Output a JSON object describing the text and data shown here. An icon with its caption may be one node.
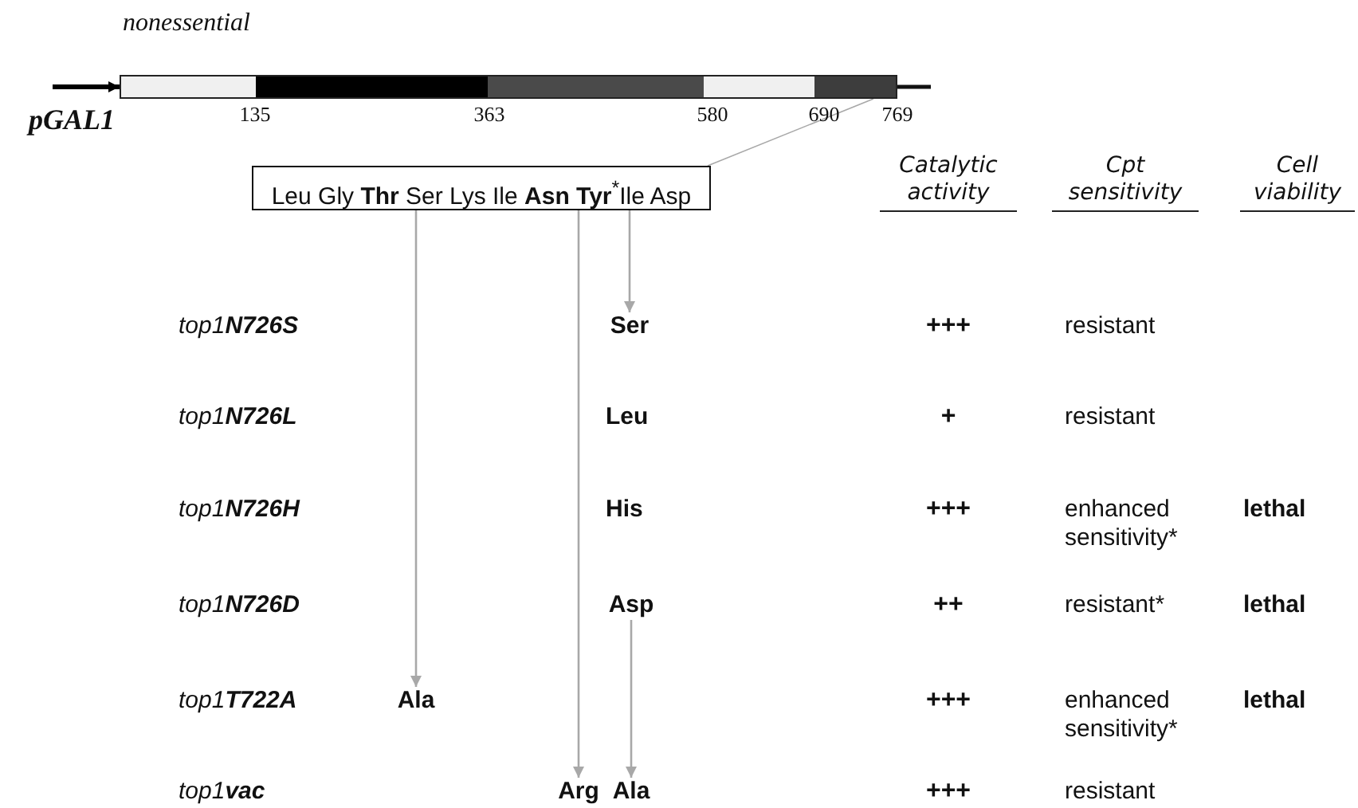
{
  "diagram": {
    "nodes": [
      {
        "text": [],
        "shape": "bar"
      },
      {
        "text": [
          "Leu Gly **Thr** Ser Lys Ile **Asn Tyr**$^{*}$Ile Asp"
        ]
      },
      {
        "text": [
          "Ser"
        ]
      },
      {
        "text": [
          "Asp"
        ]
      },
      {
        "text": [
          "Ala"
        ]
      },
      {
        "text": [
          "Arg"
        ]
      },
      {
        "text": [
          "Ala"
        ]
      }
    ],
    "edges": [
      {
        "from": null,
        "to": 0,
        "arrow": "to",
        "style": "thick",
        "color": "#000000"
      },
      {
        "from": 0,
        "to": 1,
        "arrow": "none"
      },
      {
        "from": 1,
        "to": 2,
        "arrow": "to"
      },
      {
        "from": 1,
        "to": 4,
        "arrow": "to"
      },
      {
        "from": 1,
        "to": 5,
        "arrow": "to"
      },
      {
        "from": 3,
        "to": 6,
        "arrow": "to"
      }
    ],
    "labels": [
      "nonessential",
      "pGAL1",
      "135",
      "363",
      "580",
      "690",
      "769",
      "Catalytic activity",
      "Cpt sensitivity",
      "Cell viability",
      "top1**N726S**",
      "+++",
      "resistant",
      "top1**N726L**",
      "Leu",
      "+",
      "resistant",
      "top1**N726H**",
      "His",
      "+++",
      "enhanced sensitivity*",
      "lethal",
      "top1**N726D**",
      "++",
      "resistant*",
      "lethal",
      "top1**T722A**",
      "+++",
      "enhanced sensitivity*",
      "lethal",
      "top1**vac**",
      "+++",
      "resistant"
    ]
  }
}
